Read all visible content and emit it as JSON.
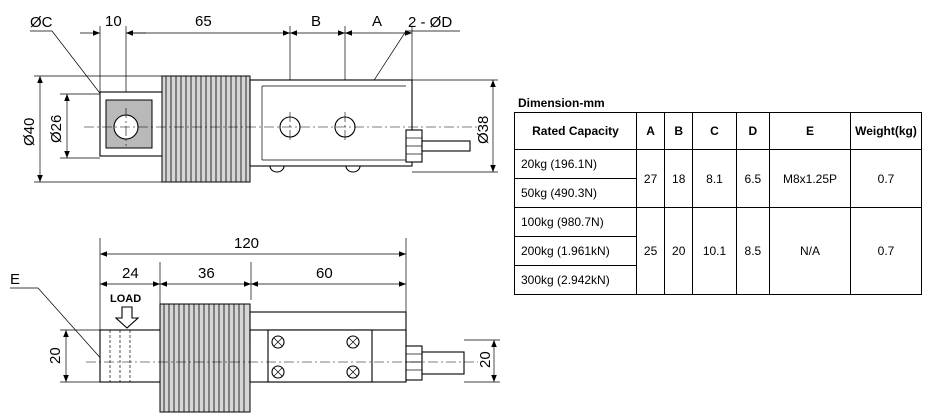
{
  "drawing": {
    "top_view_labels": {
      "hole_c": "ØC",
      "dim_10": "10",
      "dim_65": "65",
      "dim_b": "B",
      "dim_a": "A",
      "holes_d": "2 - ØD",
      "dia_40": "Ø40",
      "dia_26": "Ø26",
      "dia_38": "Ø38"
    },
    "side_view_labels": {
      "dim_120": "120",
      "dim_24": "24",
      "dim_36": "36",
      "dim_60": "60",
      "thread_e": "E",
      "load": "LOAD",
      "height_left": "20",
      "height_right": "20"
    }
  },
  "table": {
    "title": "Dimension-mm",
    "headers": [
      "Rated Capacity",
      "A",
      "B",
      "C",
      "D",
      "E",
      "Weight(kg)"
    ],
    "group1": {
      "capacities": [
        "20kg (196.1N)",
        "50kg (490.3N)"
      ],
      "a": "27",
      "b": "18",
      "c": "8.1",
      "d": "6.5",
      "e": "M8x1.25P",
      "weight": "0.7"
    },
    "group2": {
      "capacities": [
        "100kg (980.7N)",
        "200kg (1.961kN)",
        "300kg (2.942kN)"
      ],
      "a": "25",
      "b": "20",
      "c": "10.1",
      "d": "8.5",
      "e": "N/A",
      "weight": "0.7"
    }
  }
}
